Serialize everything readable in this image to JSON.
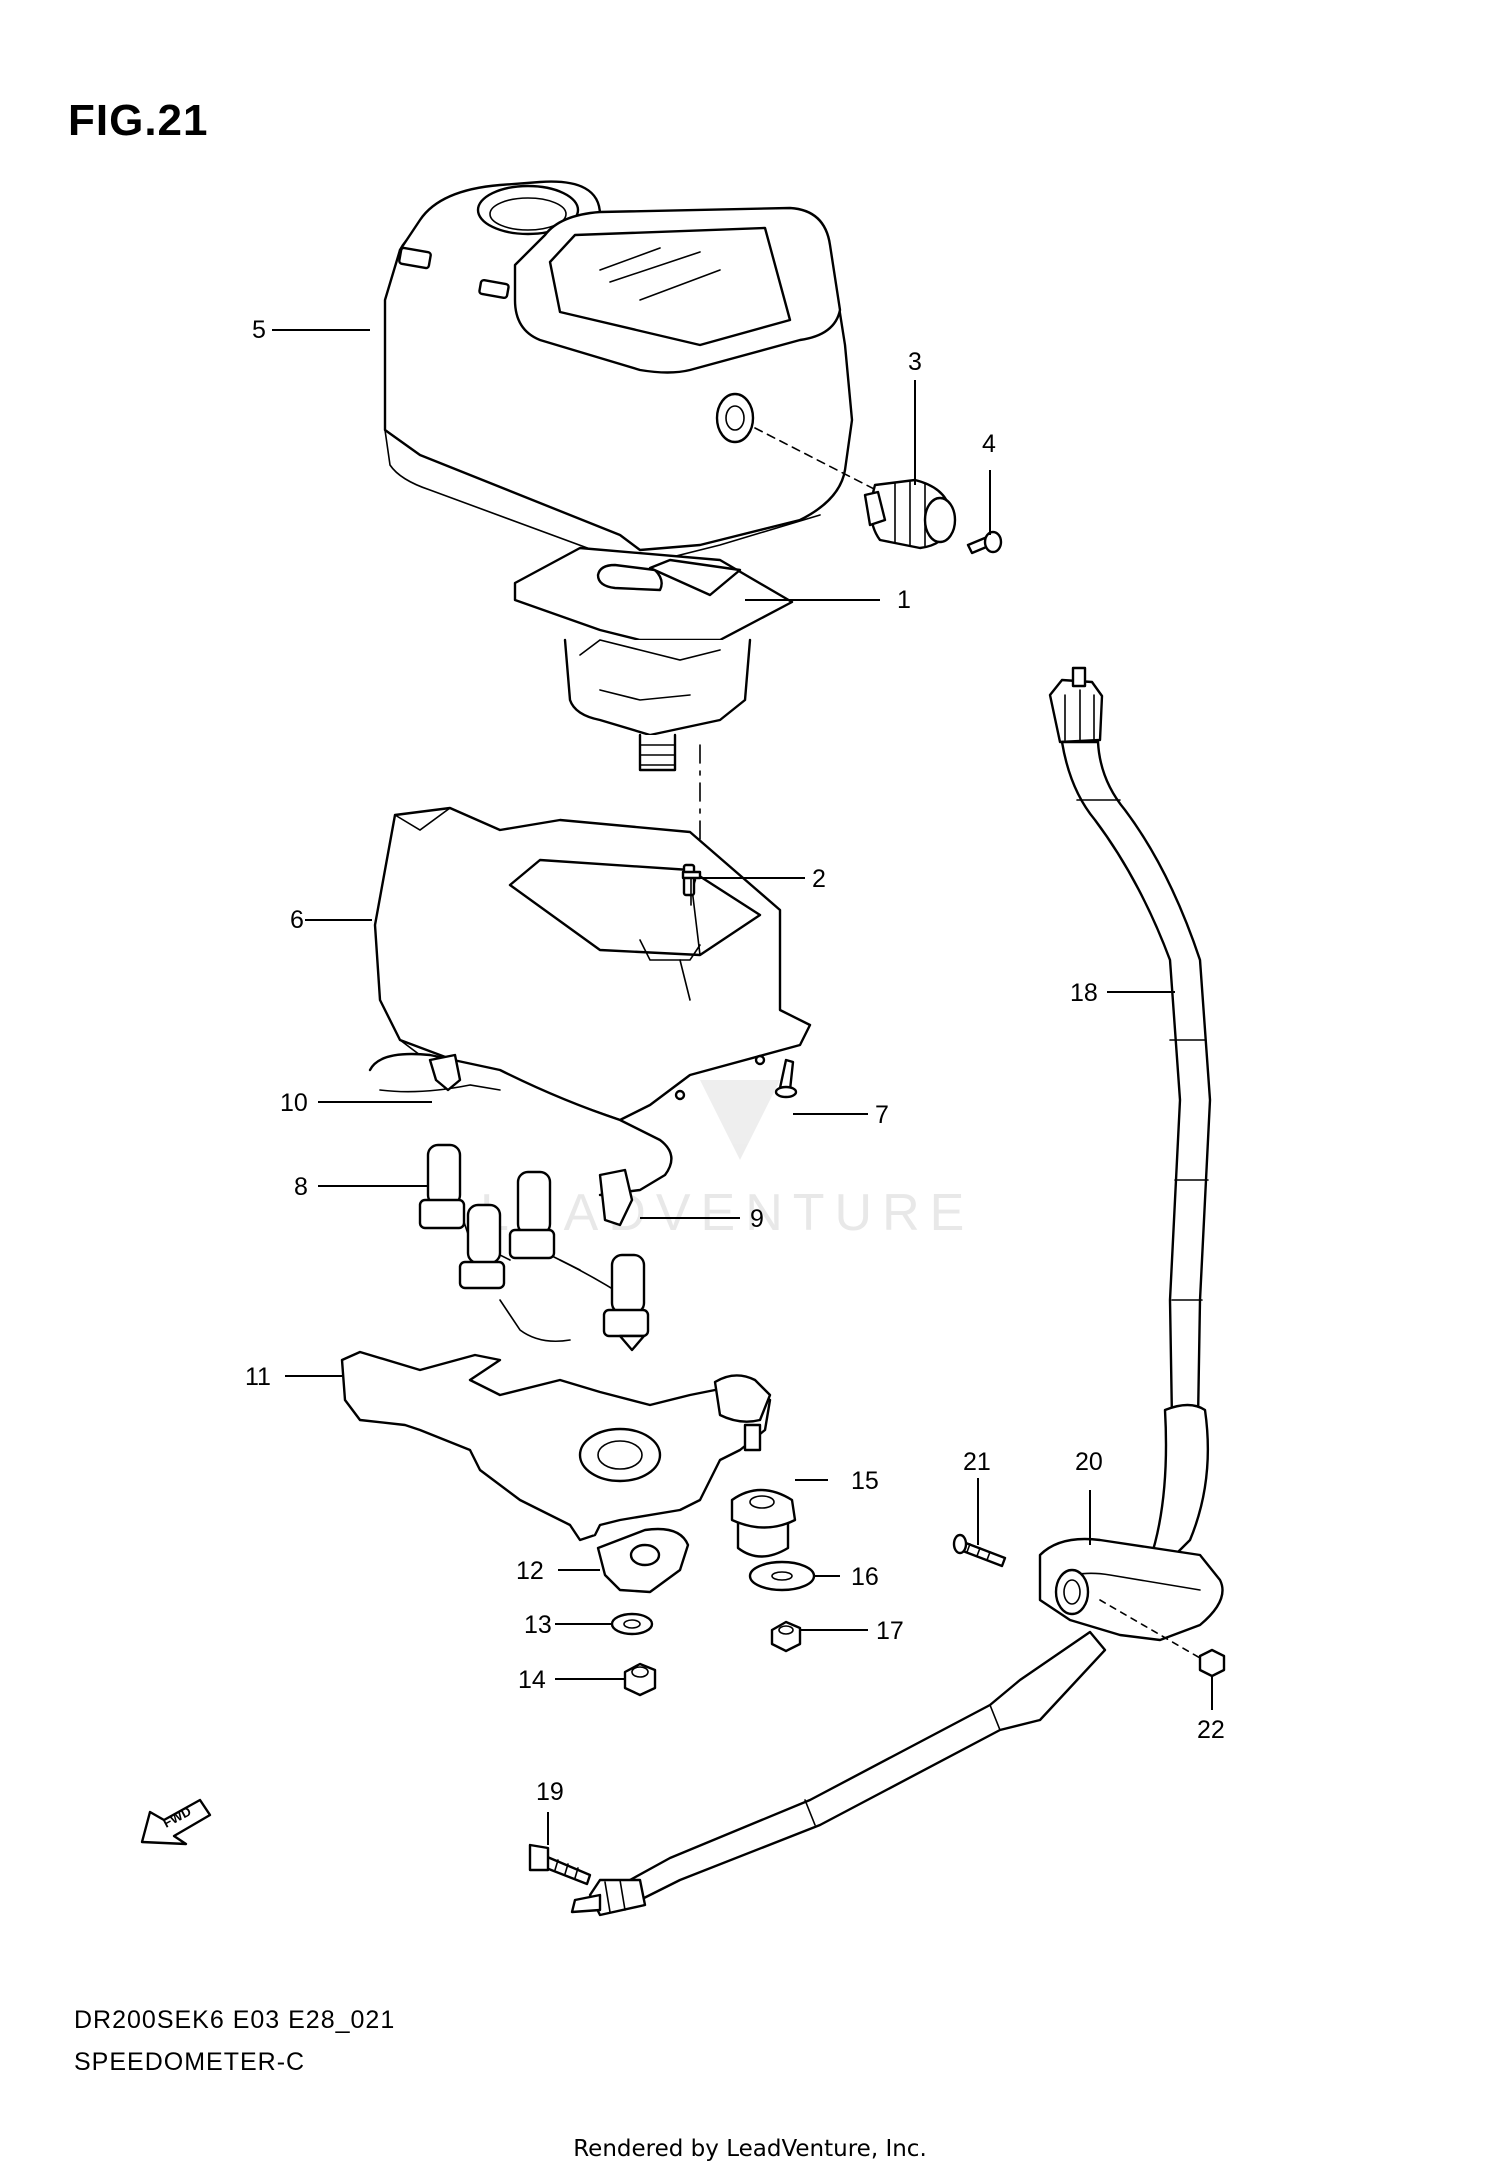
{
  "figure": {
    "title": "FIG.21",
    "model_code": "DR200SEK6 E03 E28_021",
    "section_name": "SPEEDOMETER-C",
    "credit": "Rendered by LeadVenture, Inc.",
    "watermark": "LEADVENTURE",
    "fwd_label": "FWD"
  },
  "callouts": [
    {
      "id": "c1",
      "label": "1"
    },
    {
      "id": "c2",
      "label": "2"
    },
    {
      "id": "c3",
      "label": "3"
    },
    {
      "id": "c4",
      "label": "4"
    },
    {
      "id": "c5",
      "label": "5"
    },
    {
      "id": "c6",
      "label": "6"
    },
    {
      "id": "c7",
      "label": "7"
    },
    {
      "id": "c8",
      "label": "8"
    },
    {
      "id": "c9",
      "label": "9"
    },
    {
      "id": "c10",
      "label": "10"
    },
    {
      "id": "c11",
      "label": "11"
    },
    {
      "id": "c12",
      "label": "12"
    },
    {
      "id": "c13",
      "label": "13"
    },
    {
      "id": "c14",
      "label": "14"
    },
    {
      "id": "c15",
      "label": "15"
    },
    {
      "id": "c16",
      "label": "16"
    },
    {
      "id": "c17",
      "label": "17"
    },
    {
      "id": "c18",
      "label": "18"
    },
    {
      "id": "c19",
      "label": "19"
    },
    {
      "id": "c20",
      "label": "20"
    },
    {
      "id": "c21",
      "label": "21"
    },
    {
      "id": "c22",
      "label": "22"
    }
  ]
}
